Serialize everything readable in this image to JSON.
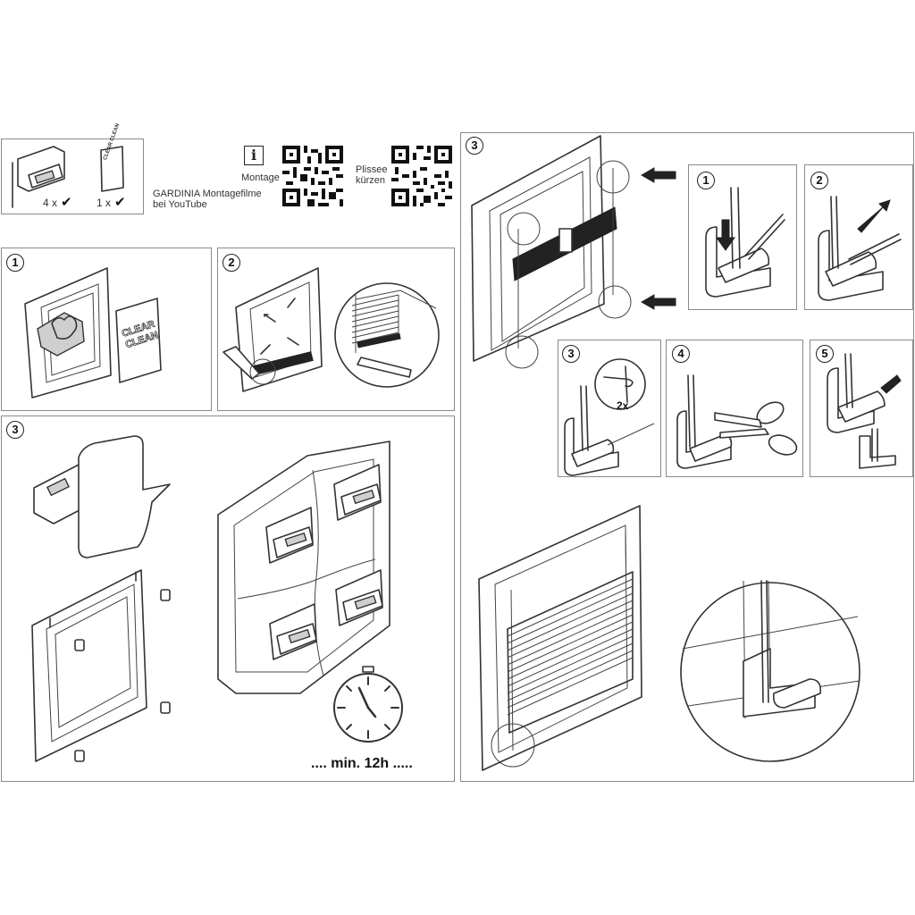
{
  "header": {
    "qty_bracket": "4 x",
    "qty_cleaner": "1 x",
    "check_glyph": "✔",
    "cleaner_label": "CLEAR CLEAN",
    "info_glyph": "i",
    "qr_label_montage": "Montage",
    "qr_label_plissee_line1": "Plissee",
    "qr_label_plissee_line2": "kürzen",
    "youtube_line1": "GARDINIA Montagefilme",
    "youtube_line2": "bei YouTube"
  },
  "steps": {
    "step1": "1",
    "step2": "2",
    "step3a": "3",
    "step3b": "3",
    "sub1": "1",
    "sub2": "2",
    "sub3": "3",
    "sub4": "4",
    "sub5": "5"
  },
  "panel1": {
    "cleaner_text_line1": "CLEAR",
    "cleaner_text_line2": "CLEAN"
  },
  "panel3": {
    "wait_text": ".... min. 12h ....."
  },
  "panel_cut": {
    "repeat_text": "2x"
  },
  "icons": {
    "check": "check-icon",
    "info": "info-icon",
    "clock": "clock-icon",
    "scissors": "scissors-icon",
    "pliers": "pliers-icon",
    "arrow": "arrow-icon"
  }
}
